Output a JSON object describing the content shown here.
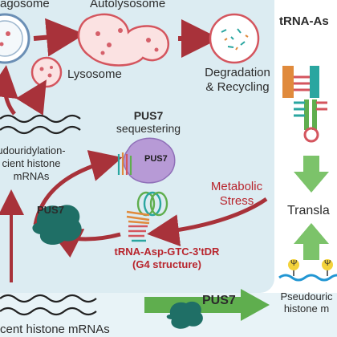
{
  "labels": {
    "autophagosome": "agosome",
    "autolysosome": "Autolysosome",
    "lysosome": "Lysosome",
    "degradation_line1": "Degradation",
    "degradation_line2": "& Recycling",
    "pus7_sequestering_line1": "PUS7",
    "pus7_sequestering_line2": "sequestering",
    "pus7_on_complex": "PUS7",
    "deficient_line1": "udouridylation-",
    "deficient_line2": "cient histone",
    "deficient_line3": "mRNAs",
    "pus7_enzyme": "PUS7",
    "metabolic_line1": "Metabolic",
    "metabolic_line2": "Stress",
    "trna_fragment_line1": "tRNA-Asp-GTC-3'tDR",
    "trna_fragment_line2": "(G4 structure)",
    "trna_asp_title": "tRNA-As",
    "translation": "Transla",
    "pus7_bottom": "PUS7",
    "pseudouridylated_line1": "Pseudouric",
    "pseudouridylated_line2": "histone m",
    "bottom_left_text": "cent histone mRNAs",
    "psi_symbol": "Ψ"
  },
  "colors": {
    "accent_red": "#b8242c",
    "arrow_red": "#a8323a",
    "green_arrow": "#5fae4e",
    "pus7_teal": "#1f6f66",
    "panel_bg": "#dcecf2"
  }
}
